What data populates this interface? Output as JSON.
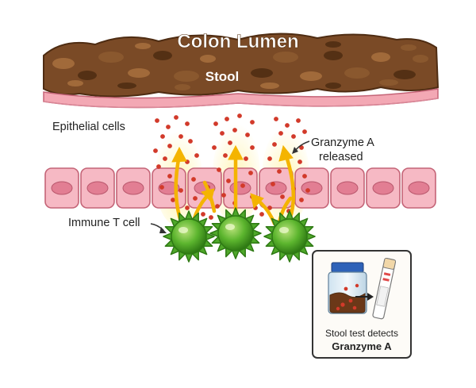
{
  "title": "Colon Lumen",
  "stool_label": "Stool",
  "epithelial_label": "Epithelial cells",
  "granzyme_label_line1": "Granzyme A",
  "granzyme_label_line2": "released",
  "tcell_label": "Immune T cell",
  "test_label_line1": "Stool test detects",
  "test_label_line2": "Granzyme A",
  "colors": {
    "title_bg": "#8a5a34",
    "stool": "#7a4a26",
    "stool_dark": "#4e2c12",
    "stool_light": "#a8703e",
    "mucosa": "#f3a8b4",
    "cell_fill": "#f6b9c4",
    "cell_stroke": "#c46477",
    "nucleus": "#e27e93",
    "tcell": "#4fa82a",
    "tcell_dark": "#2f7a14",
    "granzyme": "#d23a2a",
    "arrow": "#f4b400",
    "panel_border": "#333333"
  }
}
